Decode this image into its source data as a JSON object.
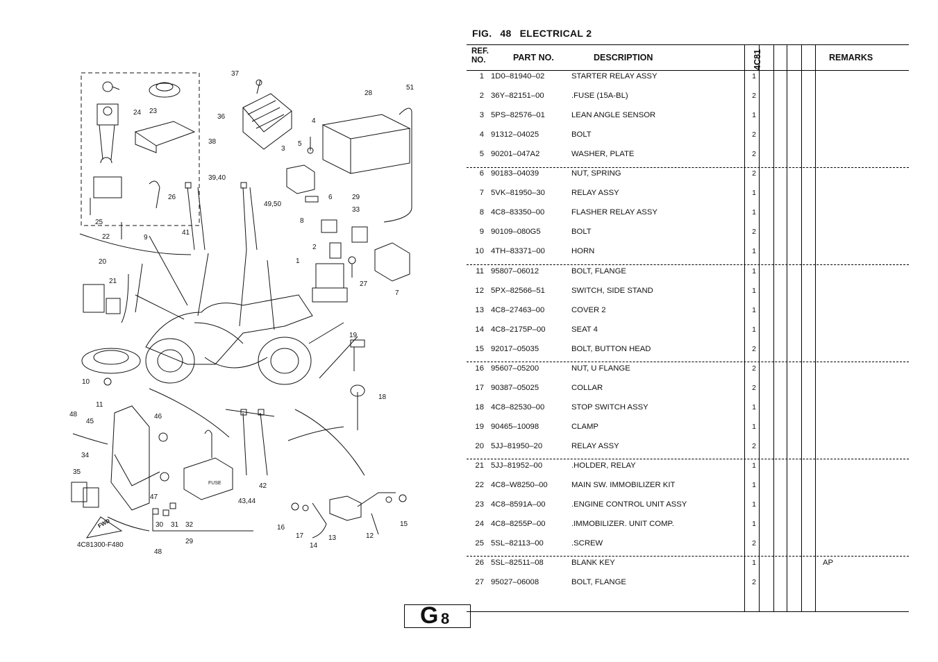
{
  "figure": {
    "prefix": "FIG.",
    "number": "48",
    "title": "ELECTRICAL 2"
  },
  "table": {
    "headers": {
      "ref_no": "REF.\nNO.",
      "part_no": "PART NO.",
      "description": "DESCRIPTION",
      "model": "4C81",
      "remarks": "REMARKS"
    },
    "rows": [
      {
        "ref": "1",
        "part_no": "1D0–81940–02",
        "desc": "STARTER RELAY ASSY",
        "qty": "1",
        "remarks": ""
      },
      {
        "ref": "2",
        "part_no": "36Y–82151–00",
        "desc": ".FUSE (15A-BL)",
        "qty": "2",
        "remarks": ""
      },
      {
        "ref": "3",
        "part_no": "5PS–82576–01",
        "desc": "LEAN ANGLE SENSOR",
        "qty": "1",
        "remarks": ""
      },
      {
        "ref": "4",
        "part_no": "91312–04025",
        "desc": "BOLT",
        "qty": "2",
        "remarks": ""
      },
      {
        "ref": "5",
        "part_no": "90201–047A2",
        "desc": "WASHER, PLATE",
        "qty": "2",
        "remarks": ""
      },
      {
        "ref": "6",
        "part_no": "90183–04039",
        "desc": "NUT, SPRING",
        "qty": "2",
        "remarks": ""
      },
      {
        "ref": "7",
        "part_no": "5VK–81950–30",
        "desc": "RELAY ASSY",
        "qty": "1",
        "remarks": ""
      },
      {
        "ref": "8",
        "part_no": "4C8–83350–00",
        "desc": "FLASHER RELAY ASSY",
        "qty": "1",
        "remarks": ""
      },
      {
        "ref": "9",
        "part_no": "90109–080G5",
        "desc": "BOLT",
        "qty": "2",
        "remarks": ""
      },
      {
        "ref": "10",
        "part_no": "4TH–83371–00",
        "desc": "HORN",
        "qty": "1",
        "remarks": ""
      },
      {
        "ref": "11",
        "part_no": "95807–06012",
        "desc": "BOLT, FLANGE",
        "qty": "1",
        "remarks": ""
      },
      {
        "ref": "12",
        "part_no": "5PX–82566–51",
        "desc": "SWITCH, SIDE STAND",
        "qty": "1",
        "remarks": ""
      },
      {
        "ref": "13",
        "part_no": "4C8–27463–00",
        "desc": "COVER 2",
        "qty": "1",
        "remarks": ""
      },
      {
        "ref": "14",
        "part_no": "4C8–2175P–00",
        "desc": "SEAT 4",
        "qty": "1",
        "remarks": ""
      },
      {
        "ref": "15",
        "part_no": "92017–05035",
        "desc": "BOLT, BUTTON HEAD",
        "qty": "2",
        "remarks": ""
      },
      {
        "ref": "16",
        "part_no": "95607–05200",
        "desc": "NUT, U FLANGE",
        "qty": "2",
        "remarks": ""
      },
      {
        "ref": "17",
        "part_no": "90387–05025",
        "desc": "COLLAR",
        "qty": "2",
        "remarks": ""
      },
      {
        "ref": "18",
        "part_no": "4C8–82530–00",
        "desc": "STOP SWITCH ASSY",
        "qty": "1",
        "remarks": ""
      },
      {
        "ref": "19",
        "part_no": "90465–10098",
        "desc": "CLAMP",
        "qty": "1",
        "remarks": ""
      },
      {
        "ref": "20",
        "part_no": "5JJ–81950–20",
        "desc": "RELAY ASSY",
        "qty": "2",
        "remarks": ""
      },
      {
        "ref": "21",
        "part_no": "5JJ–81952–00",
        "desc": ".HOLDER, RELAY",
        "qty": "1",
        "remarks": ""
      },
      {
        "ref": "22",
        "part_no": "4C8–W8250–00",
        "desc": "MAIN SW. IMMOBILIZER KIT",
        "qty": "1",
        "remarks": ""
      },
      {
        "ref": "23",
        "part_no": "4C8–8591A–00",
        "desc": ".ENGINE CONTROL UNIT ASSY",
        "qty": "1",
        "remarks": ""
      },
      {
        "ref": "24",
        "part_no": "4C8–8255P–00",
        "desc": ".IMMOBILIZER. UNIT COMP.",
        "qty": "1",
        "remarks": ""
      },
      {
        "ref": "25",
        "part_no": "5SL–82113–00",
        "desc": ".SCREW",
        "qty": "2",
        "remarks": ""
      },
      {
        "ref": "26",
        "part_no": "5SL–82511–08",
        "desc": "BLANK KEY",
        "qty": "1",
        "remarks": "AP"
      },
      {
        "ref": "27",
        "part_no": "95027–06008",
        "desc": "BOLT, FLANGE",
        "qty": "2",
        "remarks": ""
      }
    ]
  },
  "diagram": {
    "code": "4C81300-F480",
    "fuse_text": "FUSE",
    "fwd_text": "FWD",
    "callouts": [
      "37",
      "28",
      "51",
      "36",
      "4",
      "3",
      "5",
      "38",
      "39,40",
      "49,50",
      "6",
      "29",
      "33",
      "8",
      "2",
      "1",
      "27",
      "7",
      "24",
      "23",
      "26",
      "25",
      "22",
      "9",
      "41",
      "20",
      "21",
      "19",
      "18",
      "10",
      "11",
      "48",
      "45",
      "46",
      "34",
      "35",
      "47",
      "30",
      "31",
      "32",
      "29",
      "42",
      "43,44",
      "16",
      "17",
      "14",
      "13",
      "12",
      "15",
      "48"
    ]
  },
  "page": {
    "section": "G",
    "number": "8"
  }
}
